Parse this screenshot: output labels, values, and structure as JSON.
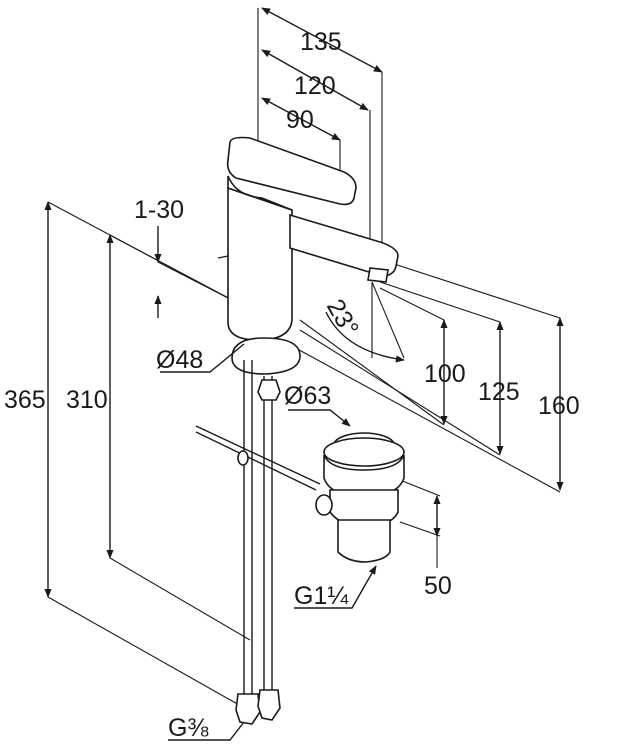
{
  "dimensions": {
    "d135": "135",
    "d120": "120",
    "d90": "90",
    "d1_30": "1-30",
    "d23": "23°",
    "dO48": "Ø48",
    "dO63": "Ø63",
    "d365": "365",
    "d310": "310",
    "d100": "100",
    "d125": "125",
    "d160": "160",
    "d50": "50",
    "dG114": "G1¼",
    "dG38": "G⅜"
  },
  "colors": {
    "line": "#1a1a1a",
    "background": "#ffffff"
  }
}
